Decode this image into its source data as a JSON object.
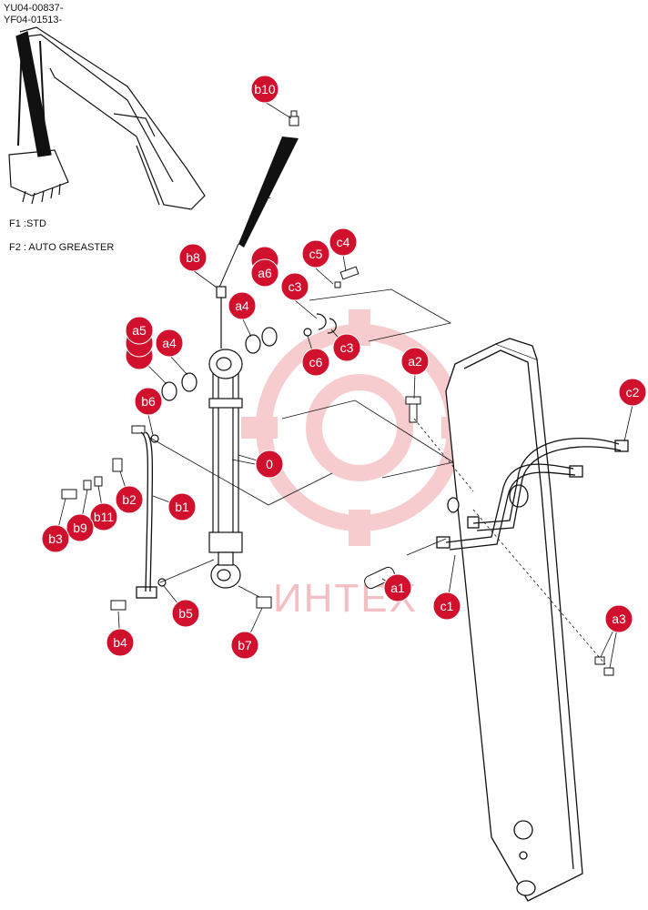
{
  "header": {
    "serial_1": "YU04-00837-",
    "serial_2": "YF04-01513-"
  },
  "legend": {
    "f1": "F1 :STD",
    "f2": "F2 : AUTO GREASTER"
  },
  "diagram": {
    "f2_marker": "F2",
    "watermark": "ИНТЕХ",
    "callout_color": "#d0102c",
    "line_color": "#111111",
    "watermark_color": "#f3b9bc"
  },
  "callouts": [
    {
      "id": "b10",
      "label": "b10"
    },
    {
      "id": "b8",
      "label": "b8"
    },
    {
      "id": "a6-back",
      "label": ""
    },
    {
      "id": "a6",
      "label": "a6"
    },
    {
      "id": "c5",
      "label": "c5"
    },
    {
      "id": "c4",
      "label": "c4"
    },
    {
      "id": "c3-top",
      "label": "c3"
    },
    {
      "id": "a4-right",
      "label": "a4"
    },
    {
      "id": "a5-back2",
      "label": ""
    },
    {
      "id": "a5-back1",
      "label": ""
    },
    {
      "id": "a5",
      "label": "a5"
    },
    {
      "id": "a4-left",
      "label": "a4"
    },
    {
      "id": "c3-bottom",
      "label": "c3"
    },
    {
      "id": "c6",
      "label": "c6"
    },
    {
      "id": "a2",
      "label": "a2"
    },
    {
      "id": "c2",
      "label": "c2"
    },
    {
      "id": "b6",
      "label": "b6"
    },
    {
      "id": "0",
      "label": "0"
    },
    {
      "id": "b2",
      "label": "b2"
    },
    {
      "id": "b1",
      "label": "b1"
    },
    {
      "id": "b11",
      "label": "b11"
    },
    {
      "id": "b9",
      "label": "b9"
    },
    {
      "id": "b3",
      "label": "b3"
    },
    {
      "id": "a1",
      "label": "a1"
    },
    {
      "id": "c1",
      "label": "c1"
    },
    {
      "id": "b5",
      "label": "b5"
    },
    {
      "id": "a3",
      "label": "a3"
    },
    {
      "id": "b4",
      "label": "b4"
    },
    {
      "id": "b7",
      "label": "b7"
    }
  ]
}
